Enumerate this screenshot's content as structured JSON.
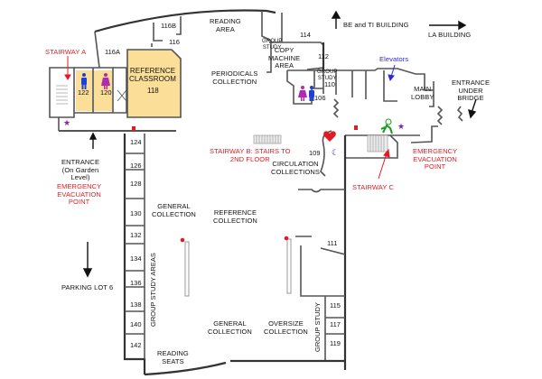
{
  "map": {
    "directions": {
      "be_ti_building": "BE and TI BUILDING",
      "la_building": "LA BUILDING",
      "parking_lot": "PARKING LOT 6"
    },
    "areas": {
      "reading_area": [
        "READING",
        "AREA"
      ],
      "periodicals": [
        "PERIODICALS",
        "COLLECTION"
      ],
      "copy_machine": [
        "COPY",
        "MACHINE",
        "AREA"
      ],
      "main_lobby": [
        "MAIN",
        "LOBBY"
      ],
      "entrance_bridge": [
        "ENTRANCE",
        "UNDER",
        "BRIDGE"
      ],
      "reference_classroom": [
        "REFERENCE",
        "CLASSROOM"
      ],
      "circulation": [
        "CIRCULATION",
        "COLLECTIONS"
      ],
      "general_collection_left": [
        "GENERAL",
        "COLLECTION"
      ],
      "reference_collection": [
        "REFERENCE",
        "COLLECTION"
      ],
      "general_collection_bottom": [
        "GENERAL",
        "COLLECTION"
      ],
      "oversize_collection": [
        "OVERSIZE",
        "COLLECTION"
      ],
      "reading_seats": [
        "READING",
        "SEATS"
      ],
      "group_study_areas": "GROUP STUDY AREAS",
      "group_study_vertical": "GROUP STUDY",
      "group_study_114": [
        "GROUP",
        "STUDY"
      ],
      "group_study_110": [
        "GROUP",
        "STUDY"
      ],
      "entrance_garden": [
        "ENTRANCE",
        "(On Garden",
        "Level)"
      ]
    },
    "labels_red": {
      "stairway_a": "STAIRWAY A",
      "stairway_b": [
        "STAIRWAY B: STAIRS TO",
        "2ND FLOOR"
      ],
      "stairway_c": "STAIRWAY C",
      "evac_left": [
        "EMERGENCY",
        "EVACUATION",
        "POINT"
      ],
      "evac_right": [
        "EMERGENCY",
        "EVACUATION",
        "POINT"
      ]
    },
    "labels_blue": {
      "elevators": "Elevators"
    },
    "rooms": {
      "r116A": "116A",
      "r116B": "116B",
      "r116": "116",
      "r118": "118",
      "r122": "122",
      "r120": "120",
      "r114": "114",
      "r112": "112",
      "r110": "110",
      "r106": "106",
      "r109": "109",
      "r111": "111",
      "r115": "115",
      "r117": "117",
      "r119": "119",
      "r124": "124",
      "r126": "126",
      "r128": "128",
      "r130": "130",
      "r132": "132",
      "r134": "134",
      "r136": "136",
      "r138": "138",
      "r140": "140",
      "r142": "142"
    },
    "colors": {
      "wall": "#555555",
      "room_fill": "#fbdf98",
      "accent_red": "#e01b24",
      "accent_blue": "#2a2ad8",
      "restroom_men": "#1f3fd8",
      "restroom_women": "#b02bb0",
      "star": "#8a1fb8",
      "exit_green": "#1a9a1a"
    }
  }
}
